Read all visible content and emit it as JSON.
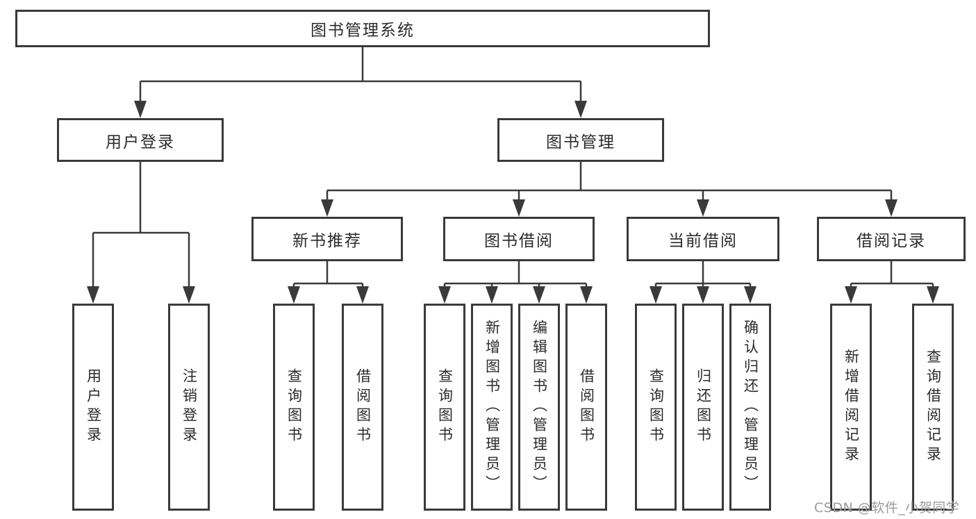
{
  "root": "图书管理系统",
  "level2": [
    "用户登录",
    "图书管理"
  ],
  "level3": [
    "新书推荐",
    "图书借阅",
    "当前借阅",
    "借阅记录"
  ],
  "leaves": [
    "用户登录",
    "注销登录",
    "查询图书",
    "借阅图书",
    "查询图书",
    "新增图书（管理员）",
    "编辑图书（管理员）",
    "借阅图书",
    "查询图书",
    "归还图书",
    "确认归还（管理员）",
    "新增借阅记录",
    "查询借阅记录"
  ],
  "hierarchy": {
    "图书管理系统": {
      "用户登录": [
        "用户登录",
        "注销登录"
      ],
      "图书管理": {
        "新书推荐": [
          "查询图书",
          "借阅图书"
        ],
        "图书借阅": [
          "查询图书",
          "新增图书（管理员）",
          "编辑图书（管理员）",
          "借阅图书"
        ],
        "当前借阅": [
          "查询图书",
          "归还图书",
          "确认归还（管理员）"
        ],
        "借阅记录": [
          "新增借阅记录",
          "查询借阅记录"
        ]
      }
    }
  },
  "watermark": "CSDN @软件_小贺同学",
  "colors": {
    "line": "#3a3a3a",
    "box_border": "#3a3a3a",
    "box_background": "#ffffff",
    "text": "#2b2b2b",
    "watermark": "#9a9a9a",
    "page_background": "#ffffff"
  }
}
